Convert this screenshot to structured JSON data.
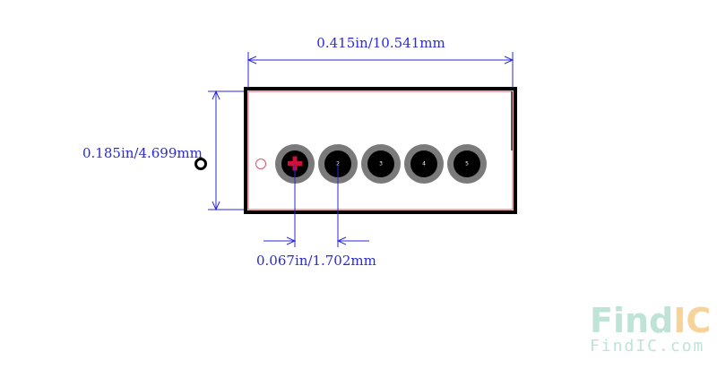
{
  "dimensions": {
    "width_label": "0.415in/10.541mm",
    "height_label": "0.185in/4.699mm",
    "pitch_label": "0.067in/1.702mm"
  },
  "pins": [
    {
      "number": "1"
    },
    {
      "number": "2"
    },
    {
      "number": "3"
    },
    {
      "number": "4"
    },
    {
      "number": "5"
    }
  ],
  "colors": {
    "dimension": "#2a2ad8",
    "outline": "#000000",
    "courtyard": "#e05060",
    "pad_ring": "#7a7a7a",
    "pad_hole": "#000000",
    "pin1_marker": "#d0103a",
    "logo_primary": "#bfe3d6",
    "logo_accent": "#f7d39a"
  },
  "logo": {
    "brand_part1": "Find",
    "brand_part2": "IC",
    "url": "FindIC.com"
  }
}
